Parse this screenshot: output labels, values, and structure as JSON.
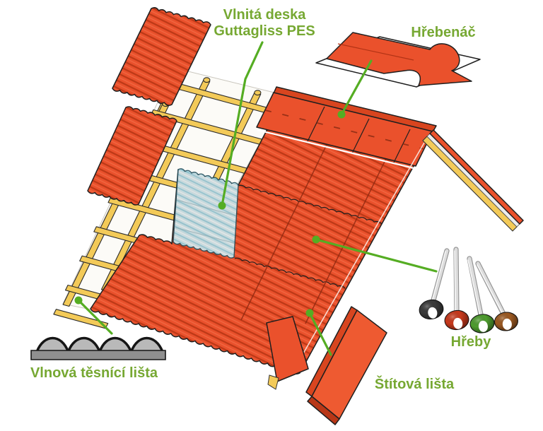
{
  "labels": {
    "corrugated_sheet_line1": "Vlnitá deska",
    "corrugated_sheet_line2": "Guttagliss PES",
    "ridge_cap": "Hřebenáč",
    "wave_sealing_strip": "Vlnová těsnící lišta",
    "gable_strip": "Štítová lišta",
    "nails": "Hřeby"
  },
  "colors": {
    "sheet_red": "#ea512c",
    "sheet_red_stripe": "#bd3917",
    "sheet_red_dark": "#d8451f",
    "pes_blue": "#c5e9f1",
    "pes_blue_stripe": "#8ecfdf",
    "batten_yellow": "#f3ca58",
    "underlay_white": "#fcfbf7",
    "label_green": "#76a832",
    "callout_green": "#55ad23",
    "nail_head_black": "#3b3b3b",
    "nail_head_red": "#c9391c",
    "nail_head_green": "#4f9e2f",
    "nail_head_brown": "#9d5a22",
    "seal_strip_gray": "#8f8f8f",
    "seal_strip_fill": "#b9b9b9"
  }
}
